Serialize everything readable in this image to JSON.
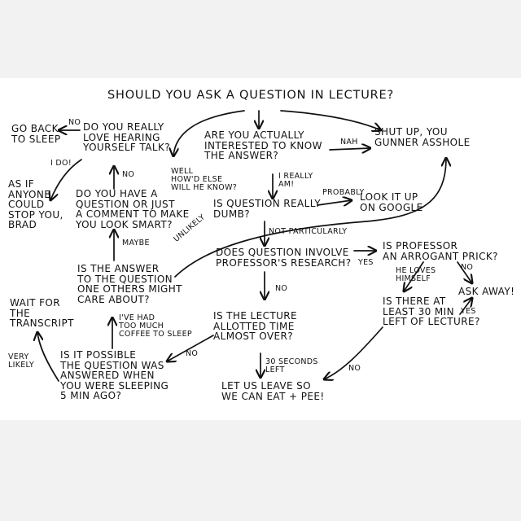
{
  "colors": {
    "ink": "#111111",
    "paper": "#ffffff",
    "matte": "#f2f2f2"
  },
  "title": "SHOULD YOU ASK A QUESTION IN LECTURE?",
  "nodes": {
    "interested": "ARE YOU ACTUALLY\nINTERESTED TO KNOW\nTHE ANSWER?",
    "shut_up": "SHUT UP, YOU\nGUNNER ASSHOLE",
    "love_hearing": "DO YOU REALLY\nLOVE HEARING\nYOURSELF TALK?",
    "go_back": "GO BACK\nTO SLEEP",
    "as_if": "AS IF\nANYONE\nCOULD\nSTOP YOU,\nBRAD",
    "have_question": "DO YOU HAVE A\nQUESTION OR JUST\nA COMMENT TO MAKE\nYOU LOOK SMART?",
    "dumb": "IS QUESTION REALLY\nDUMB?",
    "look_it_up": "LOOK IT UP\nON GOOGLE",
    "others_care": "IS THE ANSWER\nTO THE QUESTION\nONE OTHERS MIGHT\nCARE ABOUT?",
    "involve_research": "DOES QUESTION INVOLVE\nPROFESSOR'S RESEARCH?",
    "arrogant": "IS PROFESSOR\nAN ARROGANT PRICK?",
    "ask_away": "ASK AWAY!",
    "thirty_min": "IS THERE AT\nLEAST 30 MIN\nLEFT OF LECTURE?",
    "allotted": "IS THE LECTURE\nALLOTTED TIME\nALMOST OVER?",
    "wait": "WAIT FOR\nTHE\nTRANSCRIPT",
    "answered": "IS IT POSSIBLE\nTHE QUESTION WAS\nANSWERED WHEN\nYOU WERE SLEEPING\n5 MIN AGO?",
    "leave": "LET US LEAVE SO\nWE CAN EAT + PEE!"
  },
  "labels": {
    "nah": "NAH",
    "i_really_am": "I REALLY\nAM!",
    "probably": "PROBABLY",
    "well_how": "WELL\nHOW'D ELSE\nWILL HE KNOW?",
    "no_love": "NO",
    "i_do": "I DO!",
    "no_have": "NO",
    "maybe": "MAYBE",
    "unlikely": "UNLIKELY",
    "not_particularly": "NOT PARTICULARLY",
    "yes_research": "YES",
    "he_loves": "HE LOVES\nHIMSELF",
    "no_arrogant": "NO",
    "yes_thirty": "YES",
    "no_thirty": "NO",
    "no_research": "NO",
    "thirty_sec": "30 SECONDS\nLEFT",
    "no_allotted": "NO",
    "coffee": "I'VE HAD\nTOO MUCH\nCOFFEE TO SLEEP",
    "very_likely": "VERY\nLIKELY"
  }
}
